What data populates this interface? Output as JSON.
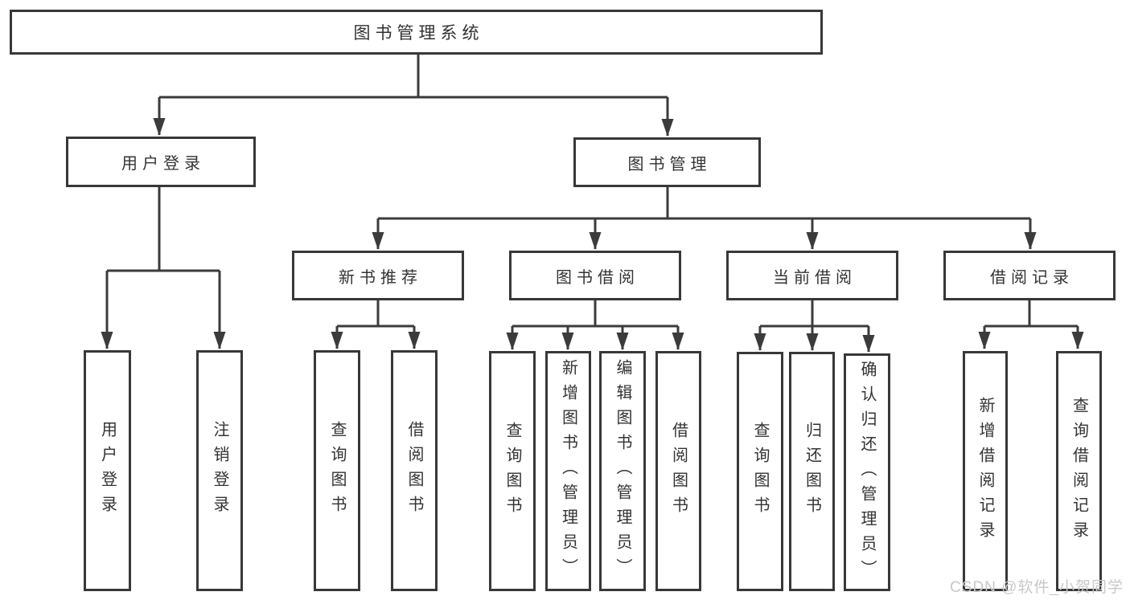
{
  "diagram": {
    "root": {
      "label": "图书管理系统"
    },
    "user_login": {
      "label": "用户登录",
      "children": [
        "用户登录",
        "注销登录"
      ]
    },
    "book_management": {
      "label": "图书管理",
      "sections": {
        "new_books": {
          "label": "新书推荐",
          "children": [
            "查询图书",
            "借阅图书"
          ]
        },
        "borrowing": {
          "label": "图书借阅",
          "children": [
            "查询图书",
            "新增图书（管理员）",
            "编辑图书（管理员）",
            "借阅图书"
          ]
        },
        "current": {
          "label": "当前借阅",
          "children": [
            "查询图书",
            "归还图书",
            "确认归还（管理员）"
          ]
        },
        "records": {
          "label": "借阅记录",
          "children": [
            "新增借阅记录",
            "查询借阅记录"
          ]
        }
      }
    },
    "watermark": "CSDN @软件_小贺同学",
    "colors": {
      "line": "#3b3b3b",
      "box_border": "#383838",
      "box_background": "#ffffff",
      "text": "#333333",
      "watermark_text": "#c8c8c8"
    }
  }
}
